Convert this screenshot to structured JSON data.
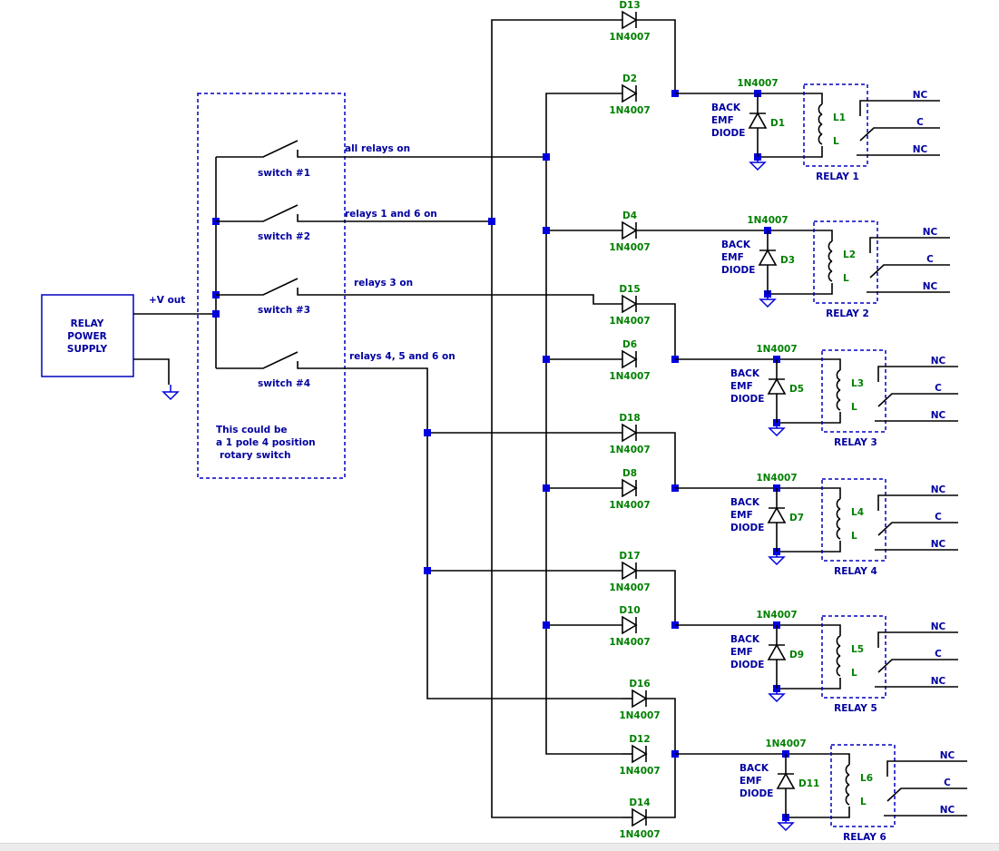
{
  "power_supply": {
    "lines": [
      "RELAY",
      "POWER",
      "SUPPLY"
    ],
    "output_label": "+V out"
  },
  "switches": [
    {
      "name": "switch #1",
      "function": "all relays on"
    },
    {
      "name": "switch #2",
      "function": "relays 1 and 6 on"
    },
    {
      "name": "switch #3",
      "function": "relays 3  on"
    },
    {
      "name": "switch #4",
      "function": "relays 4, 5 and 6 on"
    }
  ],
  "switch_note": [
    "This could be",
    "a 1 pole 4 position",
    "rotary switch"
  ],
  "diode_part": "1N4007",
  "back_emf_text": [
    "BACK",
    "EMF",
    "DIODE"
  ],
  "steering_diodes": [
    "D13",
    "D2",
    "D4",
    "D15",
    "D6",
    "D18",
    "D8",
    "D17",
    "D10",
    "D16",
    "D12",
    "D14"
  ],
  "relays": [
    {
      "title": "RELAY 1",
      "back_emf_diode": "D1",
      "coil": "L1",
      "coil_end": "L",
      "contacts": [
        "NC",
        "C",
        "NC"
      ]
    },
    {
      "title": "RELAY 2",
      "back_emf_diode": "D3",
      "coil": "L2",
      "coil_end": "L",
      "contacts": [
        "NC",
        "C",
        "NC"
      ]
    },
    {
      "title": "RELAY 3",
      "back_emf_diode": "D5",
      "coil": "L3",
      "coil_end": "L",
      "contacts": [
        "NC",
        "C",
        "NC"
      ]
    },
    {
      "title": "RELAY 4",
      "back_emf_diode": "D7",
      "coil": "L4",
      "coil_end": "L",
      "contacts": [
        "NC",
        "C",
        "NC"
      ]
    },
    {
      "title": "RELAY 5",
      "back_emf_diode": "D9",
      "coil": "L5",
      "coil_end": "L",
      "contacts": [
        "NC",
        "C",
        "NC"
      ]
    },
    {
      "title": "RELAY 6",
      "back_emf_diode": "D11",
      "coil": "L6",
      "coil_end": "L",
      "contacts": [
        "NC",
        "C",
        "NC"
      ]
    }
  ]
}
